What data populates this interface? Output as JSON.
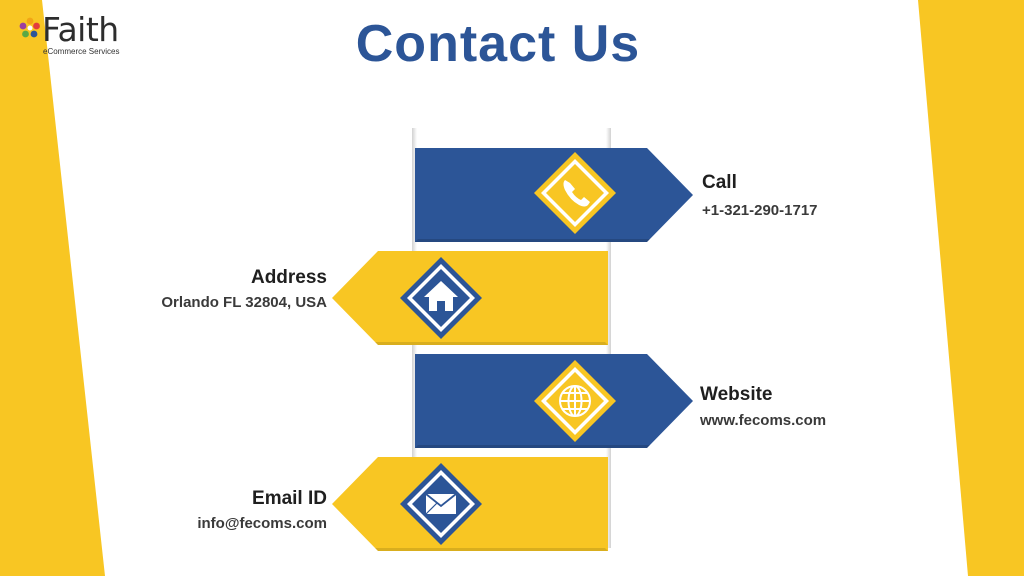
{
  "brand": {
    "name": "Faith",
    "tagline": "eCommerce Services",
    "colors": {
      "blue": "#2c5597",
      "yellow": "#f8c623",
      "dark_text": "#1f1f1f"
    }
  },
  "page": {
    "title": "Contact Us"
  },
  "contacts": [
    {
      "label": "Call",
      "value": "+1-321-290-1717",
      "icon": "phone-icon",
      "color": "blue"
    },
    {
      "label": "Address",
      "value": "Orlando FL 32804, USA",
      "icon": "home-icon",
      "color": "yellow"
    },
    {
      "label": "Website",
      "value": "www.fecoms.com",
      "icon": "globe-icon",
      "color": "blue"
    },
    {
      "label": "Email ID",
      "value": "info@fecoms.com",
      "icon": "envelope-icon",
      "color": "yellow"
    }
  ]
}
